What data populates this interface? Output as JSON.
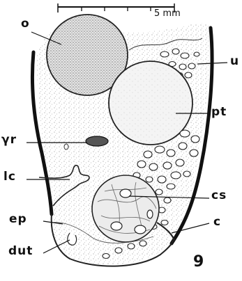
{
  "scale_bar": {
    "label": "5 mm"
  },
  "labels": {
    "o": "o",
    "u": "u",
    "pt": "pt",
    "yr": "γr",
    "lc": "lc",
    "cs": "cs",
    "ep": "ep",
    "c": "c",
    "dut": "dut"
  },
  "figure_number": "9"
}
